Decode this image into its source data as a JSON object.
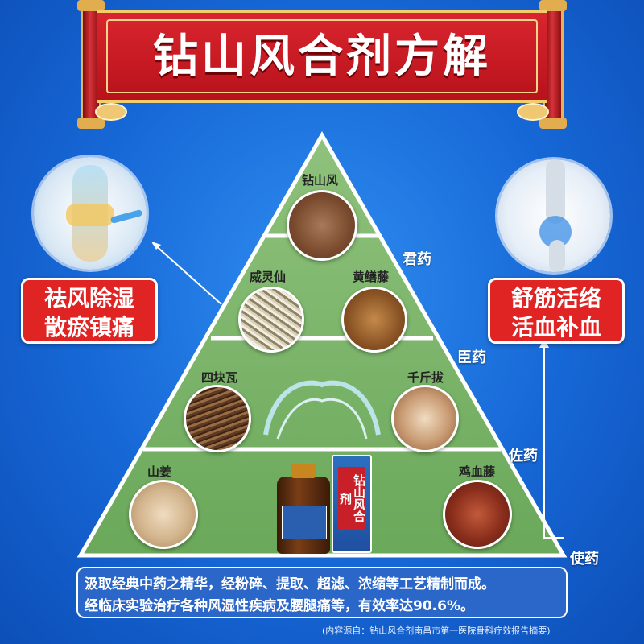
{
  "title": "钻山风合剂方解",
  "left_callout": {
    "line1": "祛风除湿",
    "line2": "散瘀镇痛"
  },
  "right_callout": {
    "line1": "舒筋活络",
    "line2": "活血补血"
  },
  "tiers": {
    "jun": "君药",
    "chen": "臣药",
    "zuo": "佐药",
    "shi": "使药"
  },
  "herbs": {
    "zuanshanfeng": "钻山风",
    "weilingxian": "威灵仙",
    "huangshanteng": "黄鳝藤",
    "sikuaiwa": "四块瓦",
    "qianjinba": "千斤拔",
    "shanjiang": "山姜",
    "jixueteng": "鸡血藤"
  },
  "product_box": {
    "title": "钻山风合剂"
  },
  "info": {
    "line1": "汲取经典中药之精华，经粉碎、提取、超滤、浓缩等工艺精制而成。",
    "line2": "经临床实验治疗各种风湿性疾病及腰腿痛等，有效率达90.6%。"
  },
  "source": "(内容源自：钻山风合剂南昌市第一医院骨科疗效报告摘要)",
  "colors": {
    "banner_red": "#d9252e",
    "pyramid_green": "#7cb56a",
    "callout_red": "#e02424",
    "background_blue": "#1667d6"
  }
}
